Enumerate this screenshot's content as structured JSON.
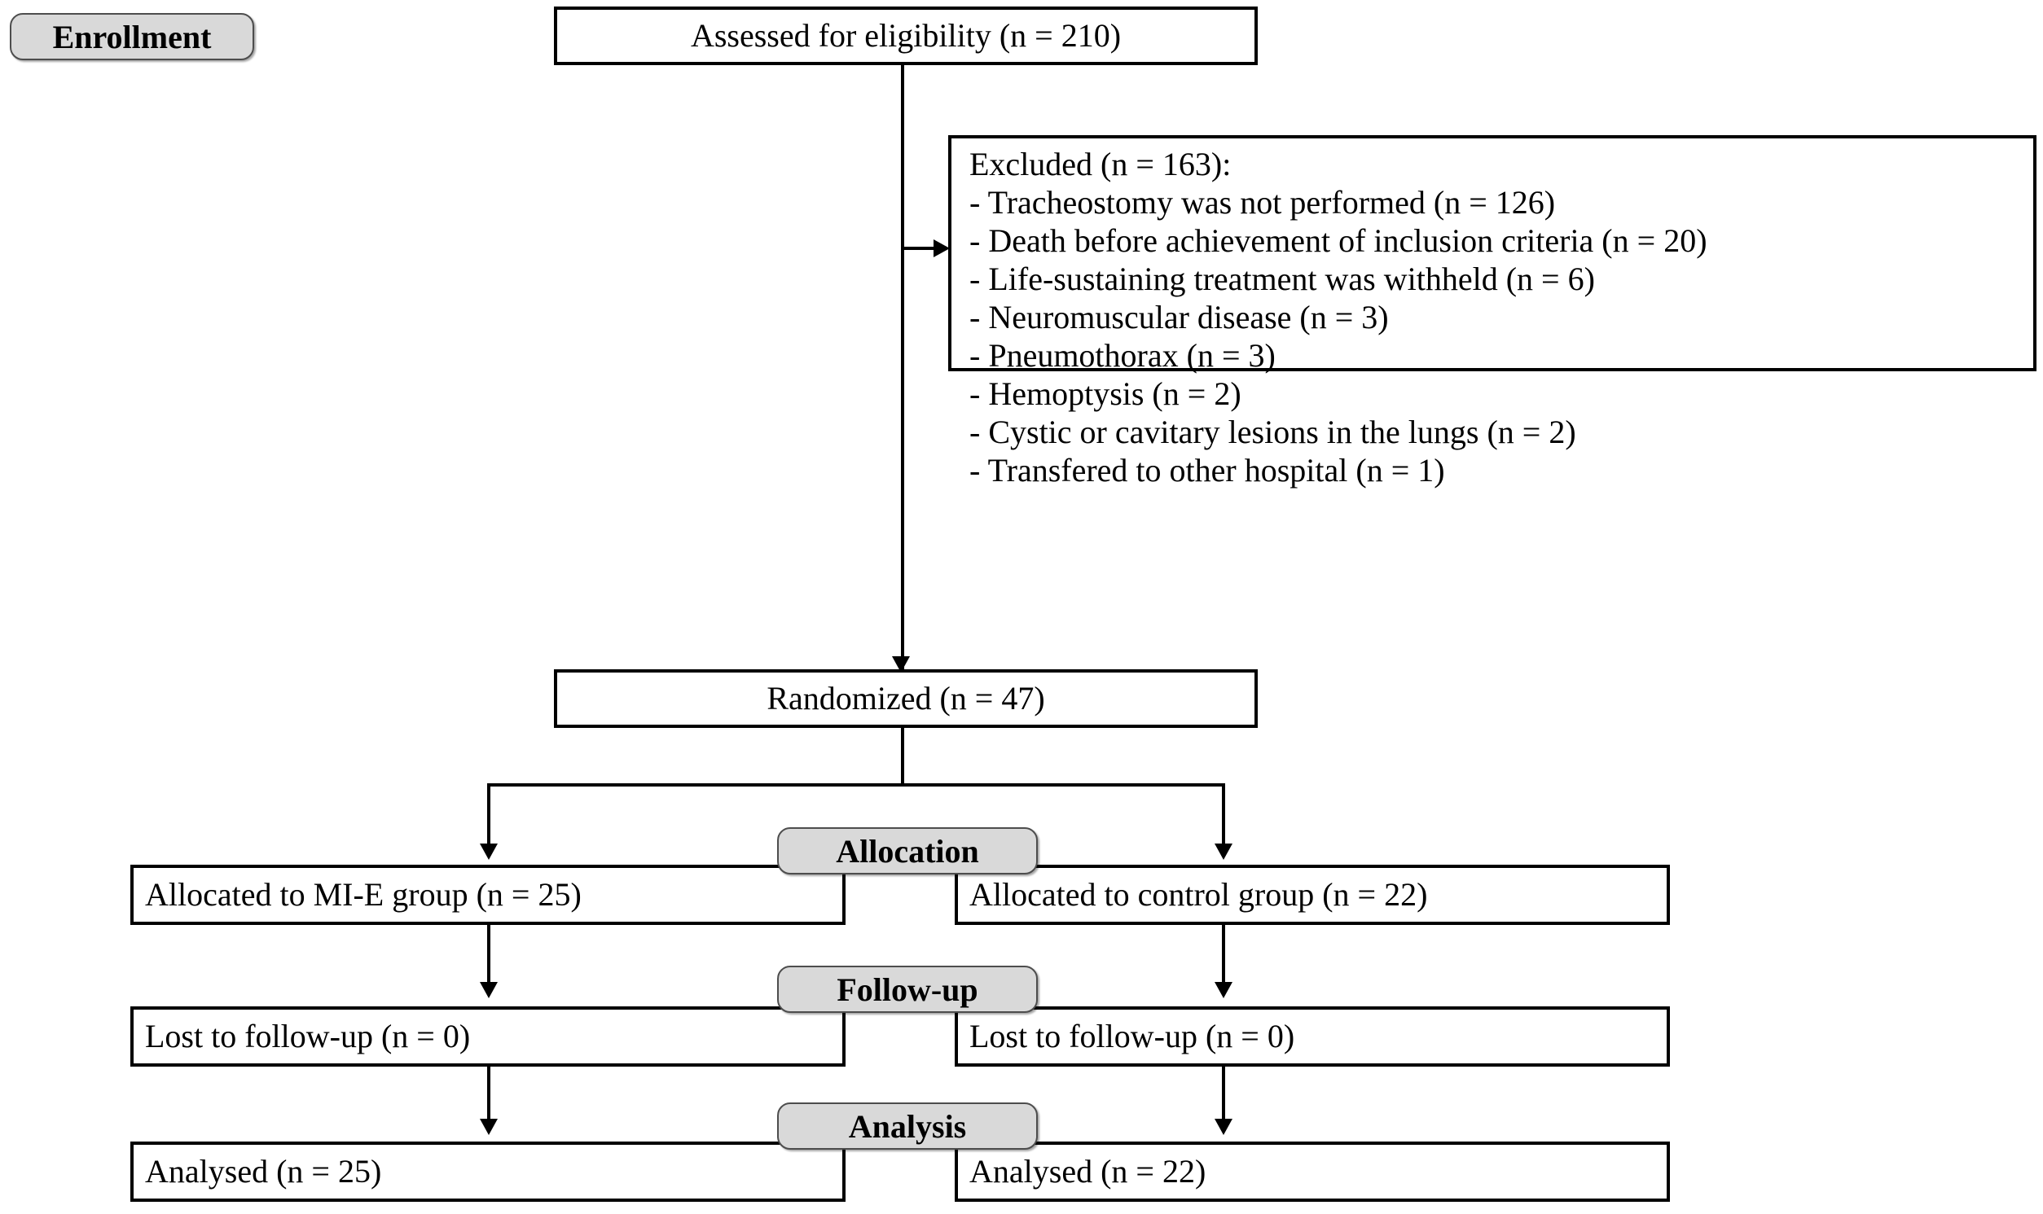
{
  "diagram": {
    "type": "CONSORT participant flow diagram",
    "stages": [
      {
        "key": "enrollment",
        "label": "Enrollment"
      },
      {
        "key": "allocation",
        "label": "Allocation"
      },
      {
        "key": "followup",
        "label": "Follow-up"
      },
      {
        "key": "analysis",
        "label": "Analysis"
      }
    ],
    "nodes": {
      "assessed": "Assessed for eligibility  (n = 210)",
      "randomized": "Randomized  (n = 47)",
      "excluded_head": "Excluded (n = 163):",
      "excluded_items": [
        "- Tracheostomy  was not performed (n = 126)",
        "- Death before achievement of inclusion criteria (n = 20)",
        "- Life-sustaining  treatment was withheld (n = 6)",
        "- Neuromuscular  disease (n = 3)",
        "- Pneumothorax  (n = 3)",
        "- Hemoptysis  (n = 2)",
        "- Cystic or cavitary  lesions in the lungs (n = 2)",
        "- Transfered to other hospital (n = 1)"
      ],
      "alloc_left": "Allocated to MI-E group (n = 25)",
      "alloc_right": "Allocated to control  group (n = 22)",
      "lost_left": "Lost to follow-up  (n = 0)",
      "lost_right": "Lost to follow-up  (n = 0)",
      "analysed_left": "Analysed  (n = 25)",
      "analysed_right": "Analysed  (n = 22)"
    },
    "counts": {
      "assessed_for_eligibility": 210,
      "excluded_total": 163,
      "randomized": 47,
      "allocated_mie": 25,
      "allocated_control": 22,
      "lost_mie": 0,
      "lost_control": 0,
      "analysed_mie": 25,
      "analysed_control": 22,
      "exclusion_reasons": [
        {
          "reason": "Tracheostomy was not performed",
          "n": 126
        },
        {
          "reason": "Death before achievement of inclusion criteria",
          "n": 20
        },
        {
          "reason": "Life-sustaining treatment was withheld",
          "n": 6
        },
        {
          "reason": "Neuromuscular disease",
          "n": 3
        },
        {
          "reason": "Pneumothorax",
          "n": 3
        },
        {
          "reason": "Hemoptysis",
          "n": 2
        },
        {
          "reason": "Cystic or cavitary lesions in the lungs",
          "n": 2
        },
        {
          "reason": "Transfered to other hospital",
          "n": 1
        }
      ]
    },
    "colors": {
      "line": "#000000",
      "box_fill": "#ffffff",
      "pill_fill": "#d9d9d9",
      "pill_border": "#4d4d4d",
      "text": "#000000"
    }
  }
}
